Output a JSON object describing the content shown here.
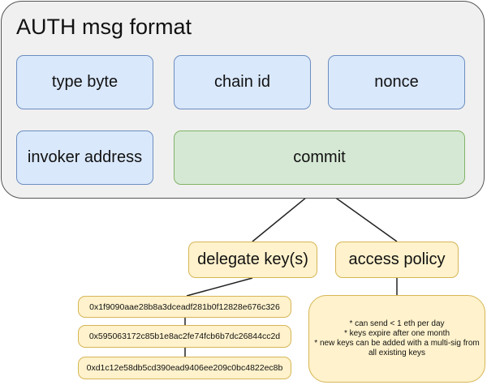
{
  "title": "AUTH msg format",
  "fields": {
    "type_byte": "type byte",
    "chain_id": "chain id",
    "nonce": "nonce",
    "invoker_address": "invoker address",
    "commit": "commit"
  },
  "delegate": {
    "label": "delegate key(s)",
    "keys": [
      "0x1f9090aae28b8a3dceadf281b0f12828e676c326",
      "0x595063172c85b1e8ac2fe74fcb6b7dc26844cc2d",
      "0xd1c12e58db5cd390ead9406ee209c0bc4822ec8b"
    ]
  },
  "access": {
    "label": "access policy",
    "lines": [
      "* can send < 1 eth per day",
      "* keys expire after one month",
      "* new keys can be added with a multi-sig from",
      "all existing keys"
    ]
  },
  "colors": {
    "container": "#f0f0f0",
    "blue_fill": "#dae8fc",
    "blue_stroke": "#6c8ebf",
    "green_fill": "#d5e8d4",
    "green_stroke": "#82b366",
    "yellow_fill": "#fff2cc",
    "yellow_stroke": "#d6b656"
  }
}
